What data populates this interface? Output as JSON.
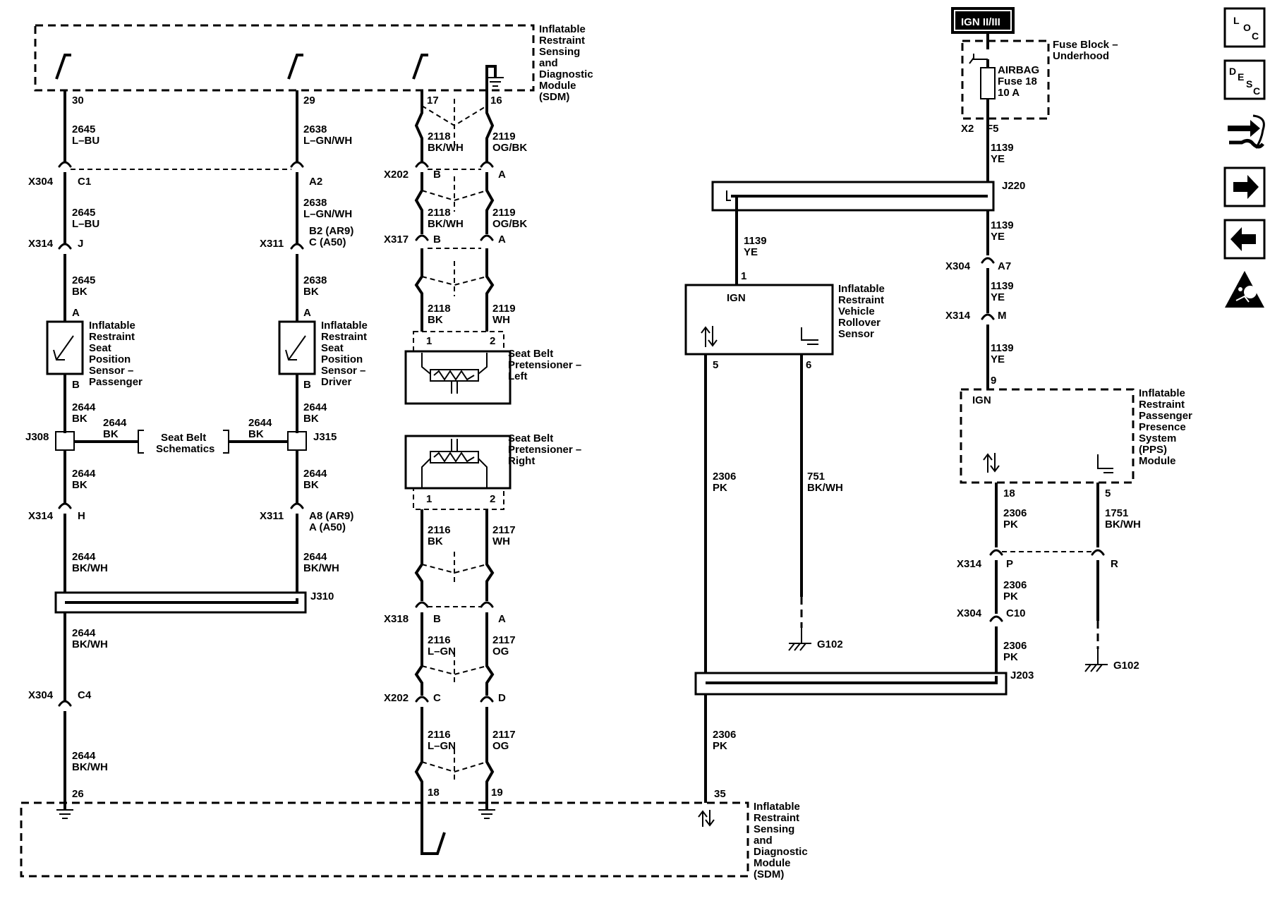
{
  "power": {
    "label": "IGN II/III"
  },
  "fuse_block": {
    "title": [
      "Fuse Block –",
      "Underhood"
    ],
    "fuse": [
      "AIRBAG",
      "Fuse 18",
      "10 A"
    ],
    "x2": "X2",
    "f5": "F5"
  },
  "sdm": {
    "title": [
      "Inflatable",
      "Restraint",
      "Sensing",
      "and",
      "Diagnostic",
      "Module",
      "(SDM)"
    ]
  },
  "rollover": {
    "title": [
      "Inflatable",
      "Restraint",
      "Vehicle",
      "Rollover",
      "Sensor"
    ],
    "ign": "IGN",
    "p1": "1",
    "p5": "5",
    "p6": "6"
  },
  "pps": {
    "title": [
      "Inflatable",
      "Restraint",
      "Passenger",
      "Presence",
      "System",
      "(PPS)",
      "Module"
    ],
    "ign": "IGN",
    "p9": "9",
    "p18": "18",
    "p5": "5"
  },
  "seat_sensor_pass": {
    "title": [
      "Inflatable",
      "Restraint",
      "Seat",
      "Position",
      "Sensor –",
      "Passenger"
    ],
    "a": "A",
    "b": "B"
  },
  "seat_sensor_drv": {
    "title": [
      "Inflatable",
      "Restraint",
      "Seat",
      "Position",
      "Sensor –",
      "Driver"
    ],
    "a": "A",
    "b": "B"
  },
  "pret_left": {
    "title": [
      "Seat Belt",
      "Pretensioner –",
      "Left"
    ],
    "p1": "1",
    "p2": "2"
  },
  "pret_right": {
    "title": [
      "Seat Belt",
      "Pretensioner –",
      "Right"
    ],
    "p1": "1",
    "p2": "2"
  },
  "seat_belt_schem": {
    "label": [
      "Seat Belt",
      "Schematics"
    ]
  },
  "pins": {
    "p30": "30",
    "p29": "29",
    "p17": "17",
    "p16": "16",
    "p26": "26",
    "p18": "18",
    "p19": "19",
    "p35": "35"
  },
  "connectors": {
    "x304_c1": "X304",
    "c1": "C1",
    "a2": "A2",
    "x314_j": "X314",
    "j": "J",
    "x311_a": "X311",
    "b2": "B2 (AR9)",
    "c_a50": "C (A50)",
    "x314_h": "X314",
    "h": "H",
    "x311_b": "X311",
    "a8": "A8 (AR9)",
    "a_a50": "A (A50)",
    "x304_c4": "X304",
    "c4": "C4",
    "x202_a": "X202",
    "b1": "B",
    "a1": "A",
    "x317": "X317",
    "b2p": "B",
    "a2p": "A",
    "x318": "X318",
    "b3": "B",
    "a3": "A",
    "x202_b": "X202",
    "c": "C",
    "d": "D",
    "x304_a7": "X304",
    "a7": "A7",
    "x314_m": "X314",
    "m": "M",
    "x314_p": "X314",
    "p": "P",
    "r": "R",
    "x304_c10": "X304",
    "c10": "C10"
  },
  "splices": {
    "j308": "J308",
    "j315": "J315",
    "j310": "J310",
    "j220": "J220",
    "j203": "J203"
  },
  "grounds": {
    "g102_a": "G102",
    "g102_b": "G102"
  },
  "wires": {
    "w2645_a": [
      "2645",
      "L–BU"
    ],
    "w2645_b": [
      "2645",
      "L–BU"
    ],
    "w2645_c": [
      "2645",
      "BK"
    ],
    "w2638_a": [
      "2638",
      "L–GN/WH"
    ],
    "w2638_b": [
      "2638",
      "L–GN/WH"
    ],
    "w2638_c": [
      "2638",
      "BK"
    ],
    "w2644_pa": [
      "2644",
      "BK"
    ],
    "w2644_pb": [
      "2644",
      "BK"
    ],
    "w2644_pc": [
      "2644",
      "BK/WH"
    ],
    "w2644_da": [
      "2644",
      "BK"
    ],
    "w2644_db": [
      "2644",
      "BK"
    ],
    "w2644_dc": [
      "2644",
      "BK/WH"
    ],
    "w2644_hl": [
      "2644",
      "BK"
    ],
    "w2644_hr": [
      "2644",
      "BK"
    ],
    "w2644_e": [
      "2644",
      "BK/WH"
    ],
    "w2644_f": [
      "2644",
      "BK/WH"
    ],
    "w2118_a": [
      "2118",
      "BK/WH"
    ],
    "w2118_b": [
      "2118",
      "BK/WH"
    ],
    "w2118_c": [
      "2118",
      "BK"
    ],
    "w2119_a": [
      "2119",
      "OG/BK"
    ],
    "w2119_b": [
      "2119",
      "OG/BK"
    ],
    "w2119_c": [
      "2119",
      "WH"
    ],
    "w2116_a": [
      "2116",
      "BK"
    ],
    "w2116_b": [
      "2116",
      "L–GN"
    ],
    "w2116_c": [
      "2116",
      "L–GN"
    ],
    "w2117_a": [
      "2117",
      "WH"
    ],
    "w2117_b": [
      "2117",
      "OG"
    ],
    "w2117_c": [
      "2117",
      "OG"
    ],
    "w1139_a": [
      "1139",
      "YE"
    ],
    "w1139_b": [
      "1139",
      "YE"
    ],
    "w1139_c": [
      "1139",
      "YE"
    ],
    "w1139_d": [
      "1139",
      "YE"
    ],
    "w1139_e": [
      "1139",
      "YE"
    ],
    "w2306_a": [
      "2306",
      "PK"
    ],
    "w2306_b": [
      "2306",
      "PK"
    ],
    "w2306_c": [
      "2306",
      "PK"
    ],
    "w2306_d": [
      "2306",
      "PK"
    ],
    "w2306_e": [
      "2306",
      "PK"
    ],
    "w751": [
      "751",
      "BK/WH"
    ],
    "w1751": [
      "1751",
      "BK/WH"
    ]
  },
  "toolbar": {
    "loc": [
      "L",
      "O",
      "C"
    ],
    "desc": [
      "D",
      "E",
      "S",
      "C"
    ],
    "icons": [
      "loc-icon",
      "desc-icon",
      "connector-wrench-icon",
      "next-arrow-icon",
      "back-arrow-icon",
      "airbag-warning-icon"
    ]
  }
}
